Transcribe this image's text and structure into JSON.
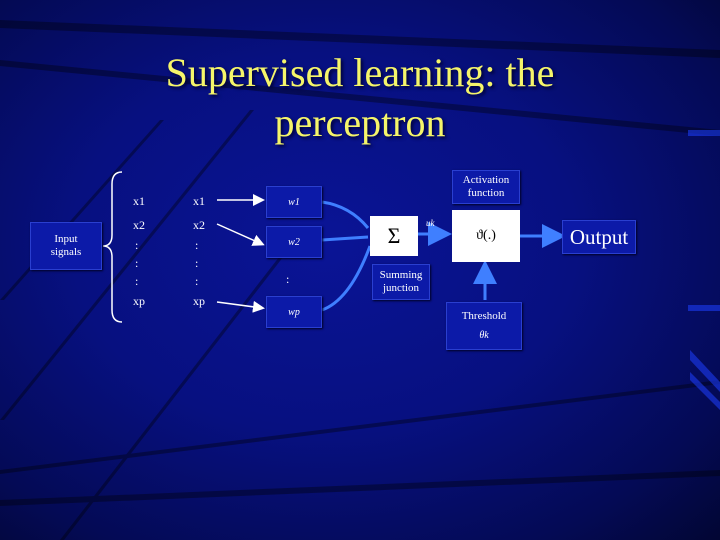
{
  "slide": {
    "title_line1": "Supervised learning: the",
    "title_line2": "perceptron"
  },
  "diagram": {
    "input_signals_line1": "Input",
    "input_signals_line2": "signals",
    "inputs_left": [
      "x1",
      "x2",
      ":",
      ":",
      ":",
      "xp"
    ],
    "inputs_right": [
      "x1",
      "x2",
      ":",
      ":",
      ":",
      "xp"
    ],
    "weights": [
      "w1",
      "w2",
      ":",
      "wp"
    ],
    "sum_symbol": "Σ",
    "sum_output_label": "uk",
    "activation_line1": "Activation",
    "activation_line2": "function",
    "activation_symbol": "ϑ(.)",
    "summing_line1": "Summing",
    "summing_line2": "junction",
    "threshold_label": "Threshold",
    "threshold_symbol": "θk",
    "output_label": "Output"
  },
  "colors": {
    "title": "#f5f56a",
    "arrow": "#3f7fff",
    "box": "#0c1aa8"
  }
}
